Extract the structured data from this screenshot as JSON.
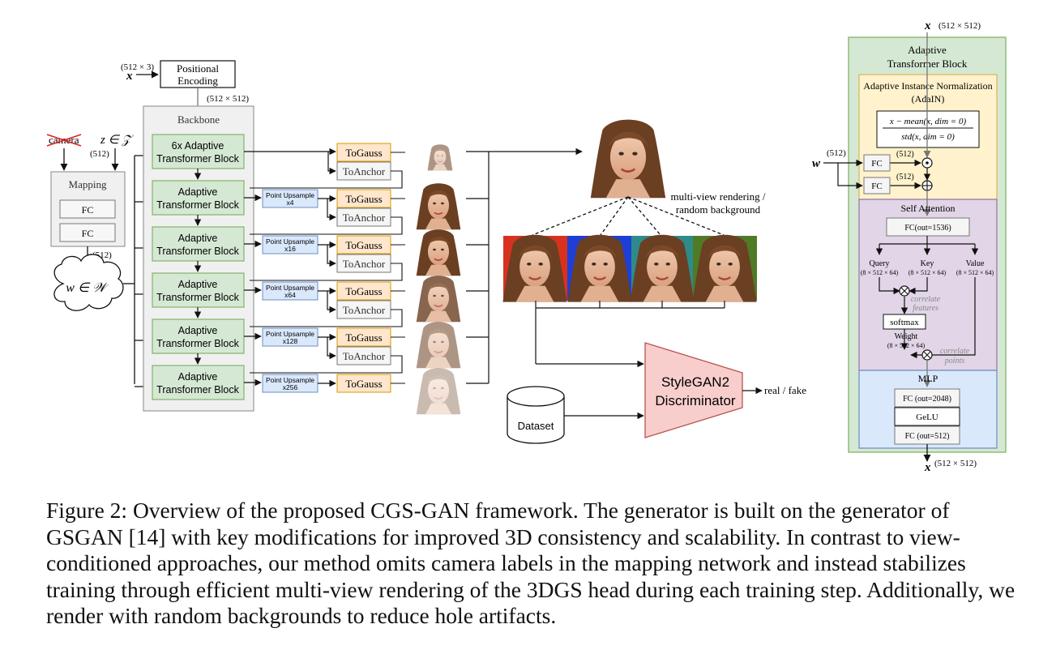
{
  "figure": {
    "inputs": {
      "x_pos": "x",
      "x_pos_dim": "(512 × 3)",
      "pos_enc": [
        "Positional",
        "Encoding"
      ],
      "pos_out_dim": "(512 × 512)",
      "camera": "camera",
      "z_label": "z ∈ 𝒵",
      "z_dim": "(512)"
    },
    "mapping": {
      "title": "Mapping",
      "fc": [
        "FC",
        "FC"
      ],
      "out_dim": "(512)",
      "w_label": "w ∈ 𝒲"
    },
    "backbone": {
      "title": "Backbone",
      "blocks": [
        [
          "6x Adaptive",
          "Transformer Block"
        ],
        [
          "Adaptive",
          "Transformer Block"
        ],
        [
          "Adaptive",
          "Transformer Block"
        ],
        [
          "Adaptive",
          "Transformer Block"
        ],
        [
          "Adaptive",
          "Transformer Block"
        ],
        [
          "Adaptive",
          "Transformer Block"
        ]
      ]
    },
    "upsample": [
      {
        "label": "Point Upsample",
        "factor": "x4"
      },
      {
        "label": "Point Upsample",
        "factor": "x16"
      },
      {
        "label": "Point Upsample",
        "factor": "x64"
      },
      {
        "label": "Point Upsample",
        "factor": "x128"
      },
      {
        "label": "Point Upsample",
        "factor": "x256"
      }
    ],
    "togauss": "ToGauss",
    "toanchor": "ToAnchor",
    "render": {
      "label": [
        "multi-view rendering /",
        "random background"
      ],
      "bg_colors": [
        "#d8321f",
        "#1e3fd6",
        "#2e8b8b",
        "#4f7a26"
      ]
    },
    "dataset": "Dataset",
    "discriminator": [
      "StyleGAN2",
      "Discriminator"
    ],
    "output": "real / fake",
    "atb": {
      "x_in": "x",
      "x_in_dim": "(512 × 512)",
      "title": [
        "Adaptive",
        "Transformer Block"
      ],
      "adain_title": [
        "Adaptive Instance Normalization",
        "(AdaIN)"
      ],
      "formula_num": "x − mean(x, dim = 0)",
      "formula_den": "std(x, dim = 0)",
      "w": "w",
      "w_dim": "(512)",
      "fc": "FC",
      "fc_dim": "(512)",
      "sa_title": "Self Attention",
      "sa_fc": "FC(out=1536)",
      "query": "Query",
      "query_dim": "(8 × 512 × 64)",
      "key": "Key",
      "key_dim": "(8 × 512 × 64)",
      "value": "Value",
      "value_dim": "(8 × 512 × 64)",
      "correlate_features": [
        "correlate",
        "features"
      ],
      "softmax": "softmax",
      "weight": "Weight",
      "weight_dim": "(8 × 512 × 64)",
      "correlate_points": [
        "correlate",
        "points"
      ],
      "mlp_title": "MLP",
      "mlp": [
        "FC (out=2048)",
        "GeLU",
        "FC (out=512)"
      ],
      "x_out": "x",
      "x_out_dim": "(512 × 512)"
    }
  },
  "caption": "Figure 2: Overview of the proposed CGS-GAN framework. The generator is built on the generator of GSGAN [14] with key modifications for improved 3D consistency and scalability. In contrast to view-conditioned approaches, our method omits camera labels in the mapping network and instead stabilizes training through efficient multi-view rendering of the 3DGS head during each training step. Additionally, we render with random backgrounds to reduce hole artifacts."
}
